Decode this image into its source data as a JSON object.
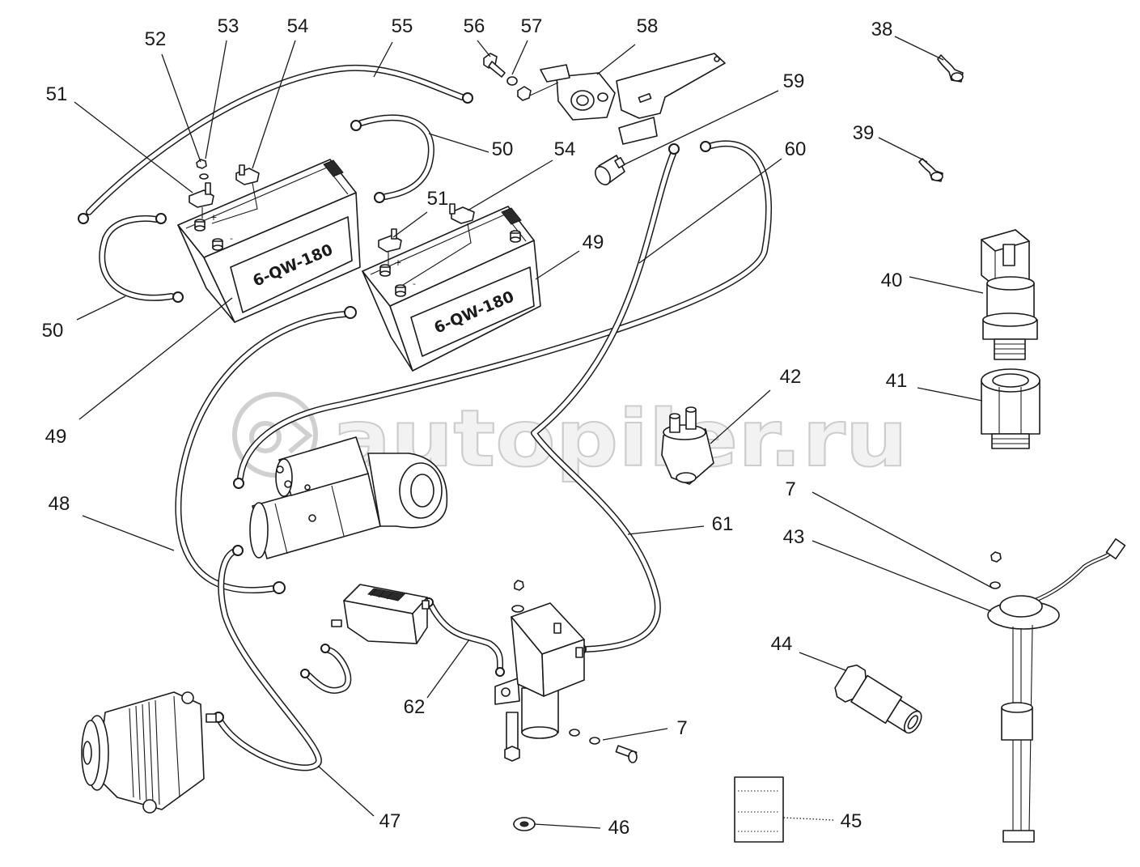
{
  "diagram": {
    "callouts": [
      "52",
      "53",
      "54",
      "55",
      "56",
      "57",
      "58",
      "38",
      "51",
      "59",
      "50",
      "54",
      "60",
      "39",
      "51",
      "49",
      "40",
      "50",
      "42",
      "41",
      "49",
      "7",
      "48",
      "61",
      "43",
      "44",
      "62",
      "7",
      "47",
      "46",
      "45"
    ],
    "battery_labels": [
      "6-QW-180",
      "6-QW-180"
    ],
    "terminal_marks": {
      "positive": "+",
      "negative": "-"
    }
  },
  "watermark": "autopiler.ru"
}
